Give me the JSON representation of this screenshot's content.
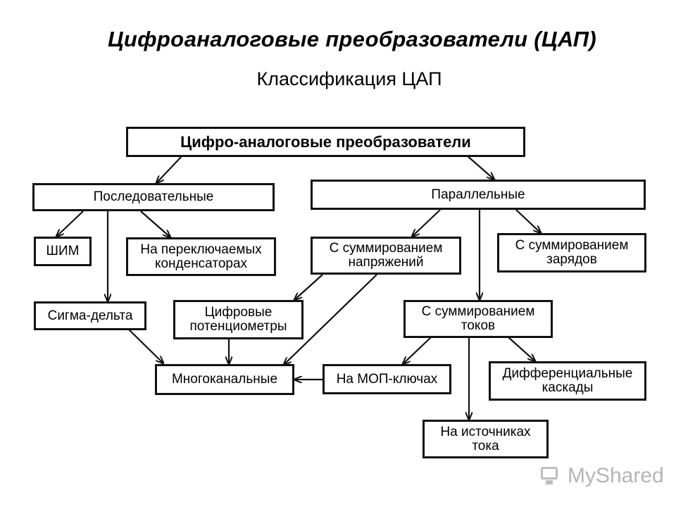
{
  "title": "Цифроаналоговые преобразователи (ЦАП)",
  "subtitle": "Классификация ЦАП",
  "nodes": {
    "root": "Цифро-аналоговые преобразователи",
    "sequential": "Последовательные",
    "parallel": "Параллельные",
    "pwm": "ШИМ",
    "switched_capacitors": [
      "На переключаемых",
      "конденсаторах"
    ],
    "voltage_sum": [
      "С суммированием",
      "напряжений"
    ],
    "charge_sum": [
      "С суммированием",
      "зарядов"
    ],
    "sigma_delta": "Сигма-дельта",
    "digital_pot": [
      "Цифровые",
      "потенциометры"
    ],
    "current_sum": [
      "С суммированием",
      "токов"
    ],
    "multichannel": "Многоканальные",
    "mos_switches": "На МОП-ключах",
    "differential": [
      "Дифференциальные",
      "каскады"
    ],
    "current_sources": [
      "На источниках",
      "тока"
    ]
  },
  "watermark": {
    "text": "MyShared",
    "icon": "monitor-icon",
    "color": "#b5b5b5"
  }
}
